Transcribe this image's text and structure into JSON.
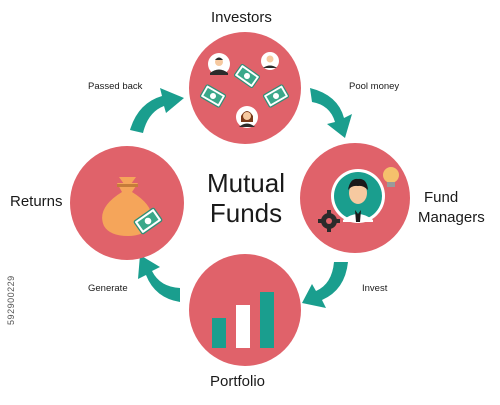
{
  "diagram": {
    "title_line1": "Mutual",
    "title_line2": "Funds",
    "nodes": [
      {
        "id": "investors",
        "label": "Investors"
      },
      {
        "id": "fund-managers",
        "label_line1": "Fund",
        "label_line2": "Managers"
      },
      {
        "id": "portfolio",
        "label": "Portfolio"
      },
      {
        "id": "returns",
        "label": "Returns"
      }
    ],
    "edges": [
      {
        "from": "investors",
        "to": "fund-managers",
        "label": "Pool money"
      },
      {
        "from": "fund-managers",
        "to": "portfolio",
        "label": "Invest"
      },
      {
        "from": "portfolio",
        "to": "returns",
        "label": "Generate"
      },
      {
        "from": "returns",
        "to": "investors",
        "label": "Passed back"
      }
    ],
    "stock_id": "592900229"
  },
  "colors": {
    "circle": "#e0626a",
    "arrow": "#1a9e8e",
    "bars": "#1a9e8e",
    "bag": "#f5a55a",
    "money": "#3aa88a",
    "face": "#f6c9a0"
  }
}
